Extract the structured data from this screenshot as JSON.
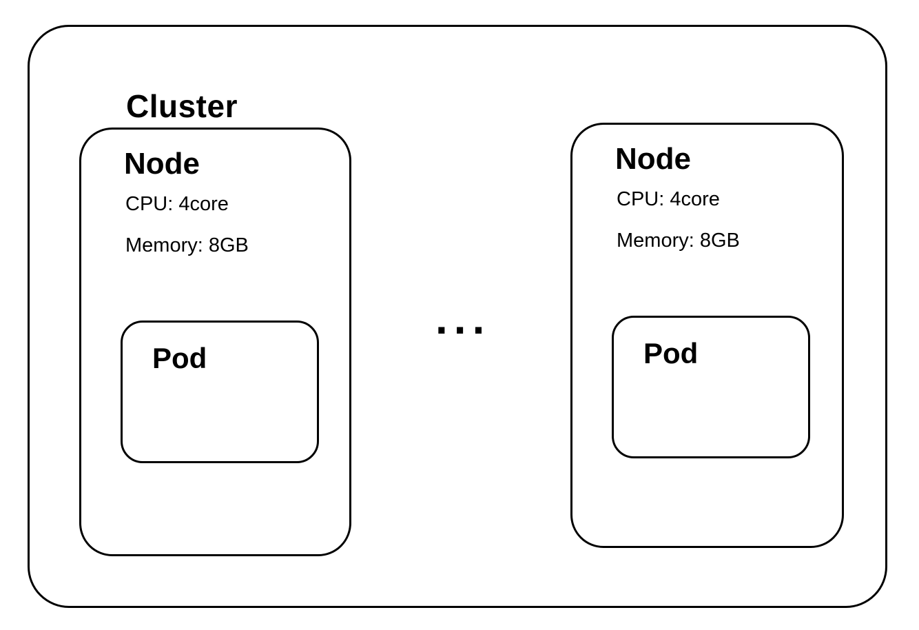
{
  "diagram": {
    "cluster_label": "Cluster",
    "ellipsis": "...",
    "nodes": [
      {
        "title": "Node",
        "cpu": "CPU: 4core",
        "memory": "Memory: 8GB",
        "pod_label": "Pod"
      },
      {
        "title": "Node",
        "cpu": "CPU: 4core",
        "memory": "Memory: 8GB",
        "pod_label": "Pod"
      }
    ]
  }
}
